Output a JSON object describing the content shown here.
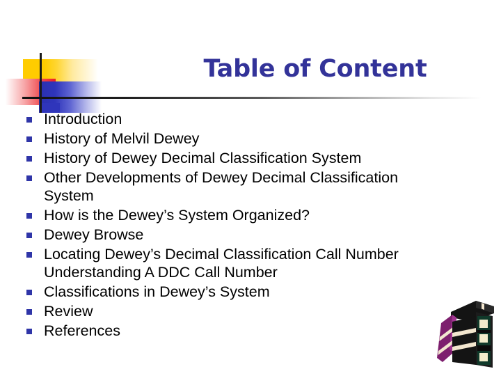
{
  "slide": {
    "title": "Table of Content",
    "title_color": "#333399",
    "background_color": "#ffffff",
    "bullet_color": "#2f35a8",
    "text_color": "#000000"
  },
  "decoration": {
    "name": "powerpoint-corner-graphic",
    "yellow_color": "#ffcc00",
    "red_color": "#ed1c24",
    "blue_color": "#2f35bb",
    "line_color": "#111111"
  },
  "toc": {
    "items": [
      {
        "label": "Introduction",
        "continuation": ""
      },
      {
        "label": "History of Melvil Dewey",
        "continuation": ""
      },
      {
        "label": "History of  Dewey Decimal Classification System",
        "continuation": ""
      },
      {
        "label": "Other Developments of Dewey Decimal Classification",
        "continuation": "System"
      },
      {
        "label": "How is the Dewey’s System Organized?",
        "continuation": ""
      },
      {
        "label": "Dewey Browse",
        "continuation": ""
      },
      {
        "label": "Locating Dewey’s Decimal Classification Call Number",
        "continuation": "Understanding A DDC Call Number"
      },
      {
        "label": "Classifications in Dewey’s System",
        "continuation": ""
      },
      {
        "label": "Review",
        "continuation": ""
      },
      {
        "label": "References",
        "continuation": ""
      }
    ]
  },
  "clipart": {
    "name": "stack-of-books",
    "purple_book_color": "#7d1f6e",
    "purple_book_highlight": "#a13590",
    "band_color": "#f2e6cf",
    "dark_book_color": "#141414",
    "dark_book_side": "#2a2a2a",
    "green_panel_color": "#10392a",
    "label_color": "#f2eccb"
  }
}
